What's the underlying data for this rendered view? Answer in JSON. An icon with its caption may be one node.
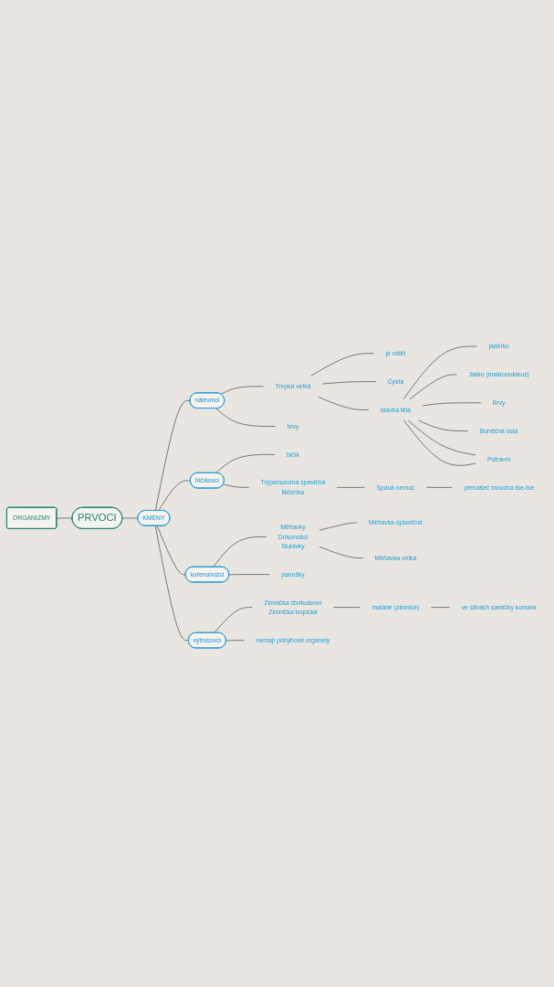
{
  "diagram": {
    "nodes": [
      {
        "text": [
          "ORGANIZMY"
        ]
      },
      {
        "text": [
          "PRVOCI"
        ]
      },
      {
        "text": [
          "KMENY"
        ]
      },
      {
        "text": [
          "nálevníci"
        ]
      },
      {
        "text": [
          "Trepka velká"
        ]
      },
      {
        "text": [
          "je vidět"
        ]
      },
      {
        "text": [
          "Cysta"
        ]
      },
      {
        "text": [
          "stavba těla"
        ]
      },
      {
        "text": [
          "jadérko"
        ]
      },
      {
        "text": [
          "Jádro (makronukleus)"
        ]
      },
      {
        "text": [
          "Brvy"
        ]
      },
      {
        "text": [
          "Buněčná ústa"
        ]
      },
      {
        "text": [
          "Potravní"
        ]
      },
      {
        "text": [
          "brvy"
        ]
      },
      {
        "text": [
          "bičíkovci"
        ]
      },
      {
        "text": [
          "bičík"
        ]
      },
      {
        "text": [
          "Trypanozoma spavičná",
          "Bičenka"
        ]
      },
      {
        "text": [
          "Spavá nemoc"
        ]
      },
      {
        "text": [
          "přenašeč moucha tse-tse"
        ]
      },
      {
        "text": [
          "kořenonožci"
        ]
      },
      {
        "text": [
          "Měňavky",
          "Dírkonošci",
          "Slunivky"
        ]
      },
      {
        "text": [
          "panožky"
        ]
      },
      {
        "text": [
          "Měňavka úplavičná"
        ]
      },
      {
        "text": [
          "Měňavka velká"
        ]
      },
      {
        "text": [
          "výtrusovci"
        ]
      },
      {
        "text": [
          "Zimnička čtvrtodenní",
          "Zimnička tropická"
        ]
      },
      {
        "text": [
          "malárie (zimnice)"
        ]
      },
      {
        "text": [
          "ve slinách samičky komára"
        ]
      },
      {
        "text": [
          "nemají pohybové organely"
        ]
      }
    ],
    "edges": [
      {
        "from": 0,
        "to": 1,
        "arrow": "none"
      },
      {
        "from": 1,
        "to": 2,
        "arrow": "none"
      },
      {
        "from": 2,
        "to": 3,
        "arrow": "none"
      },
      {
        "from": 2,
        "to": 14,
        "arrow": "none"
      },
      {
        "from": 2,
        "to": 19,
        "arrow": "none"
      },
      {
        "from": 2,
        "to": 24,
        "arrow": "none"
      },
      {
        "from": 3,
        "to": 4,
        "arrow": "none"
      },
      {
        "from": 3,
        "to": 13,
        "arrow": "none"
      },
      {
        "from": 4,
        "to": 5,
        "arrow": "none"
      },
      {
        "from": 4,
        "to": 6,
        "arrow": "none"
      },
      {
        "from": 4,
        "to": 7,
        "arrow": "none"
      },
      {
        "from": 7,
        "to": 8,
        "arrow": "none"
      },
      {
        "from": 7,
        "to": 9,
        "arrow": "none"
      },
      {
        "from": 7,
        "to": 10,
        "arrow": "none"
      },
      {
        "from": 7,
        "to": 11,
        "arrow": "none"
      },
      {
        "from": 7,
        "to": 12,
        "arrow": "none"
      },
      {
        "from": 7,
        "to": 12,
        "arrow": "none"
      },
      {
        "from": 14,
        "to": 15,
        "arrow": "none"
      },
      {
        "from": 14,
        "to": 16,
        "arrow": "none"
      },
      {
        "from": 16,
        "to": 17,
        "arrow": "none"
      },
      {
        "from": 17,
        "to": 18,
        "arrow": "none"
      },
      {
        "from": 19,
        "to": 20,
        "arrow": "none"
      },
      {
        "from": 19,
        "to": 21,
        "arrow": "none"
      },
      {
        "from": 20,
        "to": 22,
        "arrow": "none"
      },
      {
        "from": 20,
        "to": 23,
        "arrow": "none"
      },
      {
        "from": 24,
        "to": 25,
        "arrow": "none"
      },
      {
        "from": 24,
        "to": 28,
        "arrow": "none"
      },
      {
        "from": 25,
        "to": 26,
        "arrow": "none"
      },
      {
        "from": 26,
        "to": 27,
        "arrow": "none"
      }
    ]
  }
}
